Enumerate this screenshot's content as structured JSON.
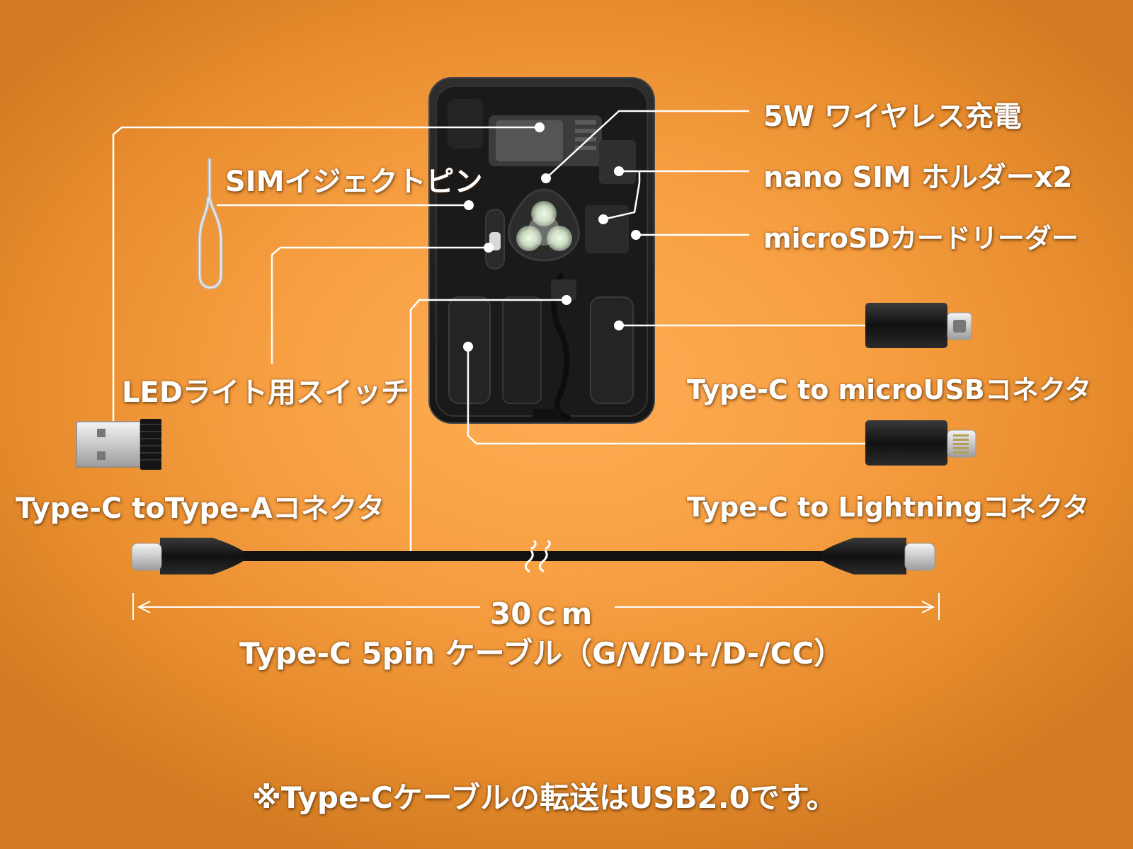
{
  "labels": {
    "wireless": "5W ワイヤレス充電",
    "nano_sim": "nano SIM ホルダーx2",
    "microsd": "microSDカードリーダー",
    "sim_pin": "SIMイジェクトピン",
    "led_switch": "LEDライト用スイッチ",
    "micro_usb": "Type-C to microUSBコネクタ",
    "type_a": "Type-C toType-Aコネクタ",
    "lightning": "Type-C to Lightningコネクタ",
    "length": "30ｃm",
    "cable": "Type-C 5pin ケーブル（G/V/D+/D-/CC）",
    "note": "※Type-Cケーブルの転送はUSB2.0です。"
  },
  "colors": {
    "background": "#f7a043",
    "device_body": "#1d1d1d",
    "callout_line": "#ffffff",
    "led_glow": "#d9e6d0"
  },
  "icons": {
    "sim_pin": "sim-eject-pin-icon",
    "type_a_plug": "usb-type-a-connector-icon",
    "micro_usb_adapter": "micro-usb-adapter-icon",
    "lightning_adapter": "lightning-adapter-icon",
    "cable": "usb-c-cable-icon"
  }
}
